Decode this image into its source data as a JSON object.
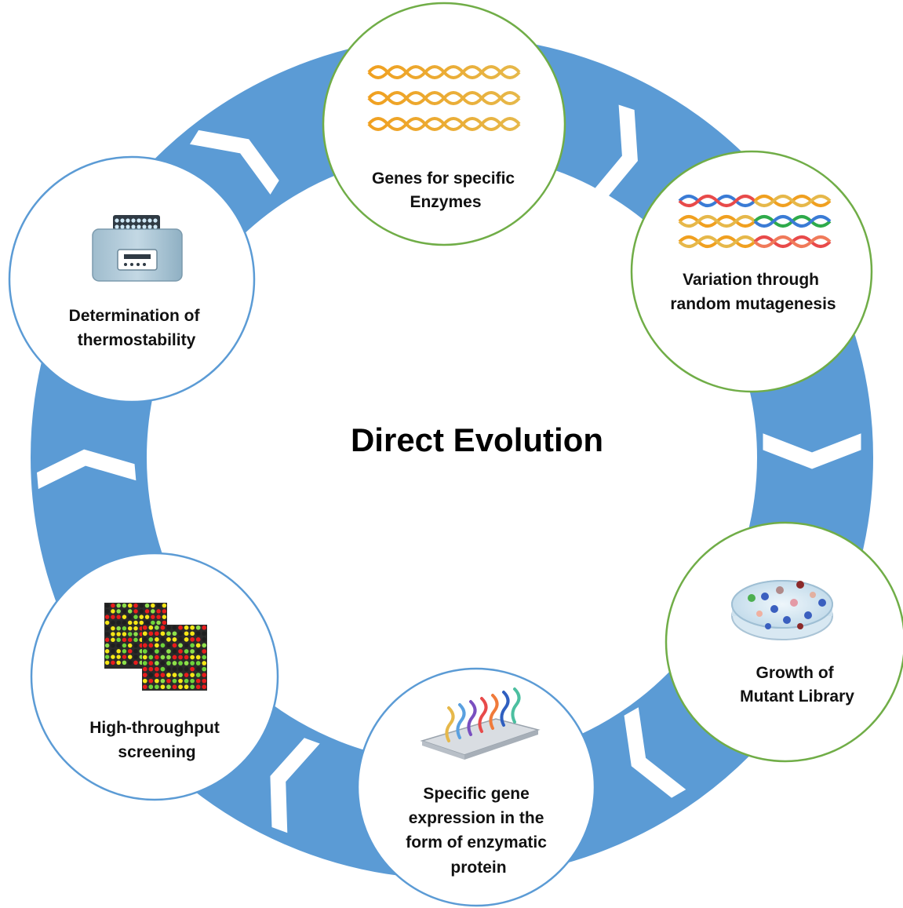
{
  "title": "Direct Evolution",
  "colors": {
    "ring": "#5b9bd5",
    "green_border": "#70ad47",
    "blue_border": "#5b9bd5"
  },
  "steps": [
    {
      "lines": [
        "Genes for specific",
        "Enzymes"
      ],
      "icon": "dna-strands-icon",
      "border": "green"
    },
    {
      "lines": [
        "Variation through",
        "random mutagenesis"
      ],
      "icon": "mutated-dna-icon",
      "border": "green"
    },
    {
      "lines": [
        "Growth of",
        "Mutant Library"
      ],
      "icon": "petri-dish-icon",
      "border": "green"
    },
    {
      "lines": [
        "Specific gene",
        "expression in the",
        "form of  enzymatic",
        "protein"
      ],
      "icon": "gene-expression-slide-icon",
      "border": "blue"
    },
    {
      "lines": [
        "High-throughput",
        "screening"
      ],
      "icon": "microarray-icon",
      "border": "blue"
    },
    {
      "lines": [
        "Determination of",
        "thermostability"
      ],
      "icon": "thermal-cycler-icon",
      "border": "blue"
    }
  ]
}
